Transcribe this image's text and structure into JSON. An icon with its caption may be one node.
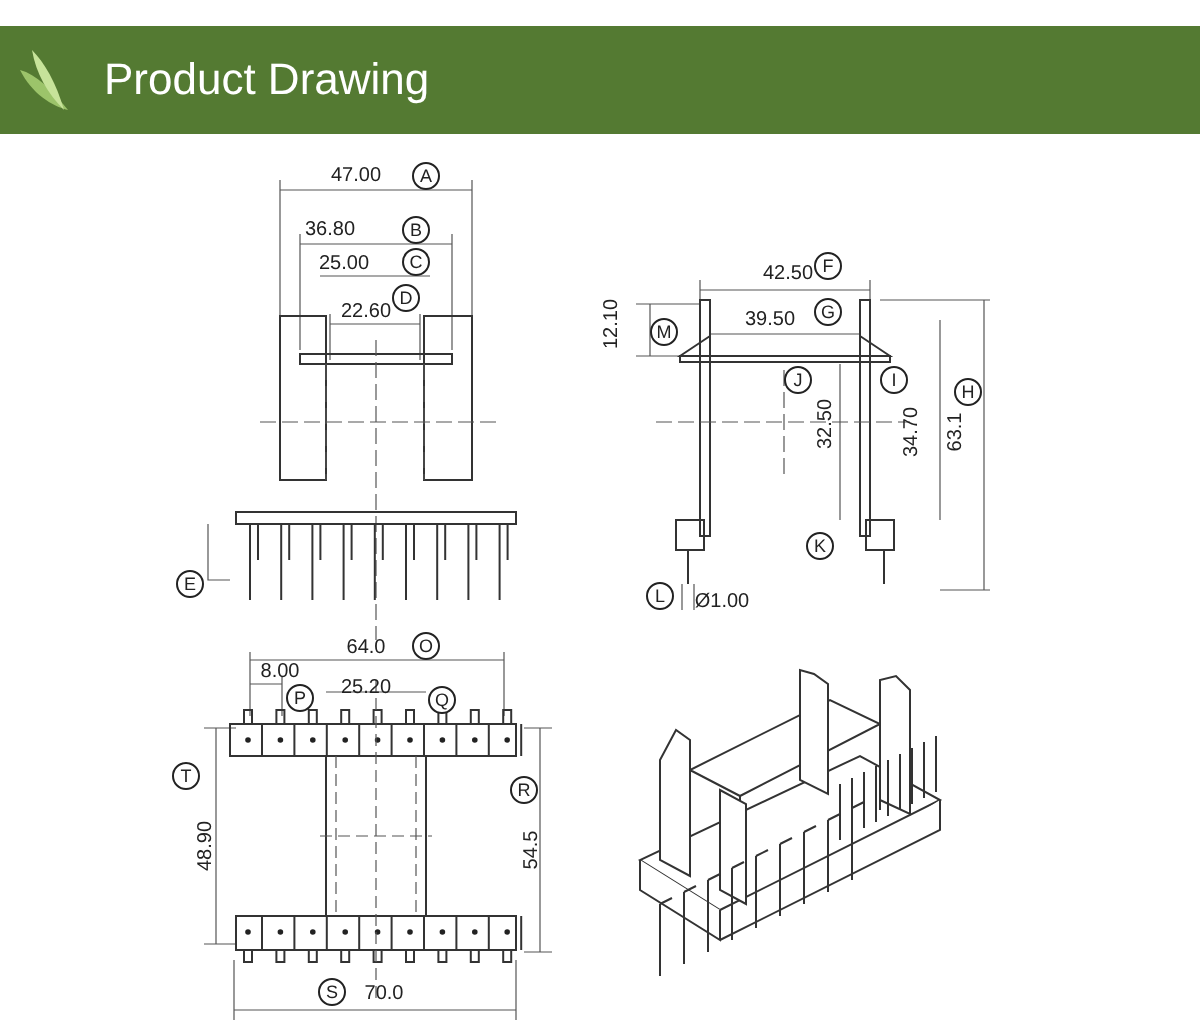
{
  "diagram": {
    "title": "Product Drawing",
    "labels": [
      "47.00",
      "A",
      "36.80",
      "B",
      "25.00",
      "C",
      "D",
      "22.60",
      "E",
      "42.50",
      "F",
      "M",
      "12.10",
      "39.50",
      "G",
      "J",
      "I",
      "H",
      "32.50",
      "34.70",
      "63.1",
      "K",
      "L",
      "Ø1.00",
      "64.0",
      "O",
      "8.00",
      "P",
      "25.20",
      "Q",
      "T",
      "48.90",
      "R",
      "54.5",
      "S",
      "70.0"
    ]
  }
}
